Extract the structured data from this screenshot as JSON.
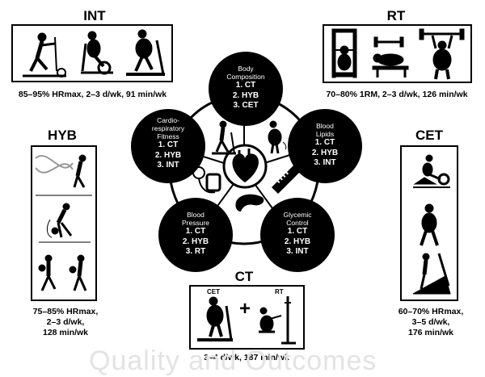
{
  "int": {
    "title": "INT",
    "caption": "85–95% HRmax, 2–3 d/wk, 91 min/wk"
  },
  "rt": {
    "title": "RT",
    "caption": "70–80% 1RM, 2–3 d/wk, 126 min/wk"
  },
  "hyb": {
    "title": "HYB",
    "caption": [
      "75–85% HRmax,",
      "2–3 d/wk,",
      "128 min/wk"
    ]
  },
  "cet_side": {
    "title": "CET",
    "caption": [
      "60–70% HRmax,",
      "3–5 d/wk,",
      "176 min/wk"
    ]
  },
  "ct": {
    "title": "CT",
    "caption": "3–4 d/wk, 187 min/wk",
    "label_cet": "CET",
    "label_rt": "RT",
    "plus": "+"
  },
  "outcomes": [
    {
      "title": "Body\nComposition",
      "ranks": [
        "1. CT",
        "2. HYB",
        "3. CET"
      ]
    },
    {
      "title": "Blood\nLipids",
      "ranks": [
        "1. CT",
        "2. HYB",
        "3. INT"
      ]
    },
    {
      "title": "Glycemic\nControl",
      "ranks": [
        "1. CT",
        "2. HYB",
        "3. INT"
      ]
    },
    {
      "title": "Blood\nPressure",
      "ranks": [
        "1. CT",
        "2. HYB",
        "3. RT"
      ]
    },
    {
      "title": "Cardio-\nrespiratory\nFitness",
      "ranks": [
        "1. CT",
        "2. HYB",
        "3. INT"
      ]
    }
  ],
  "watermark": "Quality and Outcomes",
  "icons": [
    "heart-icon",
    "walker-icon",
    "belly-icon",
    "artery-icon",
    "pancreas-icon",
    "bp-cuff-icon"
  ]
}
